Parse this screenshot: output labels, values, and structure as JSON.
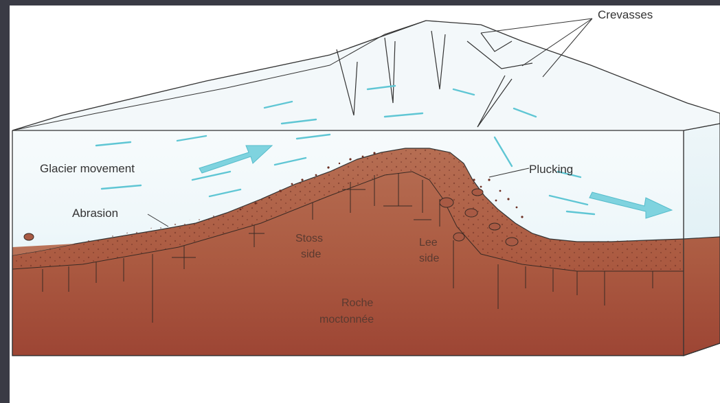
{
  "labels": {
    "crevasses": "Crevasses",
    "glacier_movement": "Glacier movement",
    "abrasion": "Abrasion",
    "plucking": "Plucking",
    "stoss_side": [
      "Stoss",
      "side"
    ],
    "lee_side": [
      "Lee",
      "side"
    ],
    "roche_moutonnee": [
      "Roche",
      "moctonnée"
    ]
  },
  "colors": {
    "frame": "#3a3b45",
    "background": "#ffffff",
    "ice_light": "#f4f9fb",
    "ice_tint": "#d3ecf2",
    "flow_lines": "#5fc6d4",
    "flow_arrow": "#7fd3df",
    "rock_top": "#b06a50",
    "rock_mid": "#a9573f",
    "rock_dark": "#9b4433",
    "outline": "#333333"
  }
}
